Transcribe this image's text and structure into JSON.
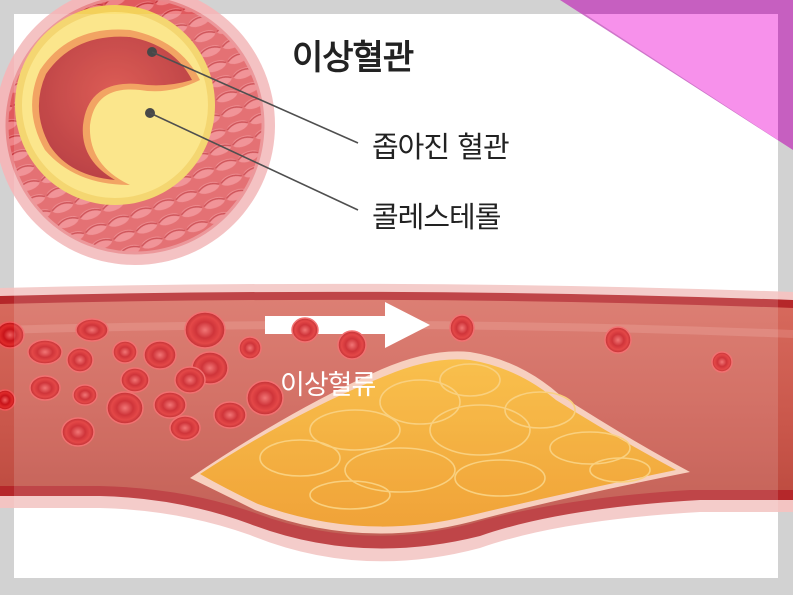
{
  "title": "이상혈관",
  "callouts": {
    "narrowed_vessel": "좁아진 혈관",
    "cholesterol": "콜레스테롤"
  },
  "flow_label": "이상혈류",
  "icons": {
    "flow_arrow": "right-arrow-icon"
  },
  "colors": {
    "vessel_wall": "#c0392b",
    "vessel_lumen": "#c9564a",
    "plaque": "#f2a21b",
    "cholesterol_yellow": "#fbe27a",
    "red_blood_cell": "#d91a1e",
    "corner_accent": "#f67fe8"
  }
}
